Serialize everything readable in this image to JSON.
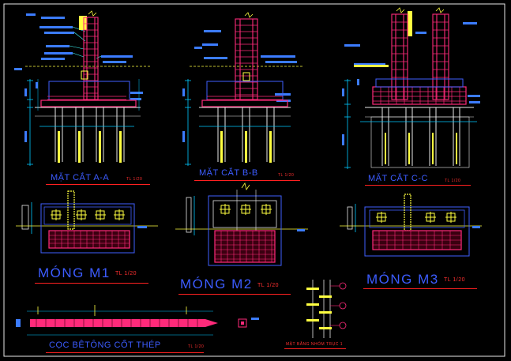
{
  "drawing": {
    "colors": {
      "background": "#000000",
      "frame": "#ffffff",
      "title_text": "#3c5cff",
      "scale_text": "#ff3030",
      "underline": "#ff2020",
      "rebar": "#ff2a7a",
      "concrete": "#ffff40",
      "pile": "#ffffff",
      "dimension": "#00c8ff",
      "annotation": "#40ffff"
    },
    "sections": [
      {
        "title": "MẶT CẮT A-A",
        "scale": "TL 1/20"
      },
      {
        "title": "MẶT CẮT B-B",
        "scale": "TL 1/20"
      },
      {
        "title": "MẶT CẮT C-C",
        "scale": "TL 1/20"
      }
    ],
    "footings": [
      {
        "title": "MÓNG M1",
        "scale": "TL 1/20"
      },
      {
        "title": "MÓNG M2",
        "scale": "TL 1/20"
      },
      {
        "title": "MÓNG M3",
        "scale": "TL 1/20"
      }
    ],
    "pile": {
      "title": "CỌC BÊTÔNG CỐT THÉP",
      "scale": "TL 1/20"
    },
    "column_detail": {
      "title": "MẶT BẰNG NHÓM TRỤC 1"
    }
  }
}
